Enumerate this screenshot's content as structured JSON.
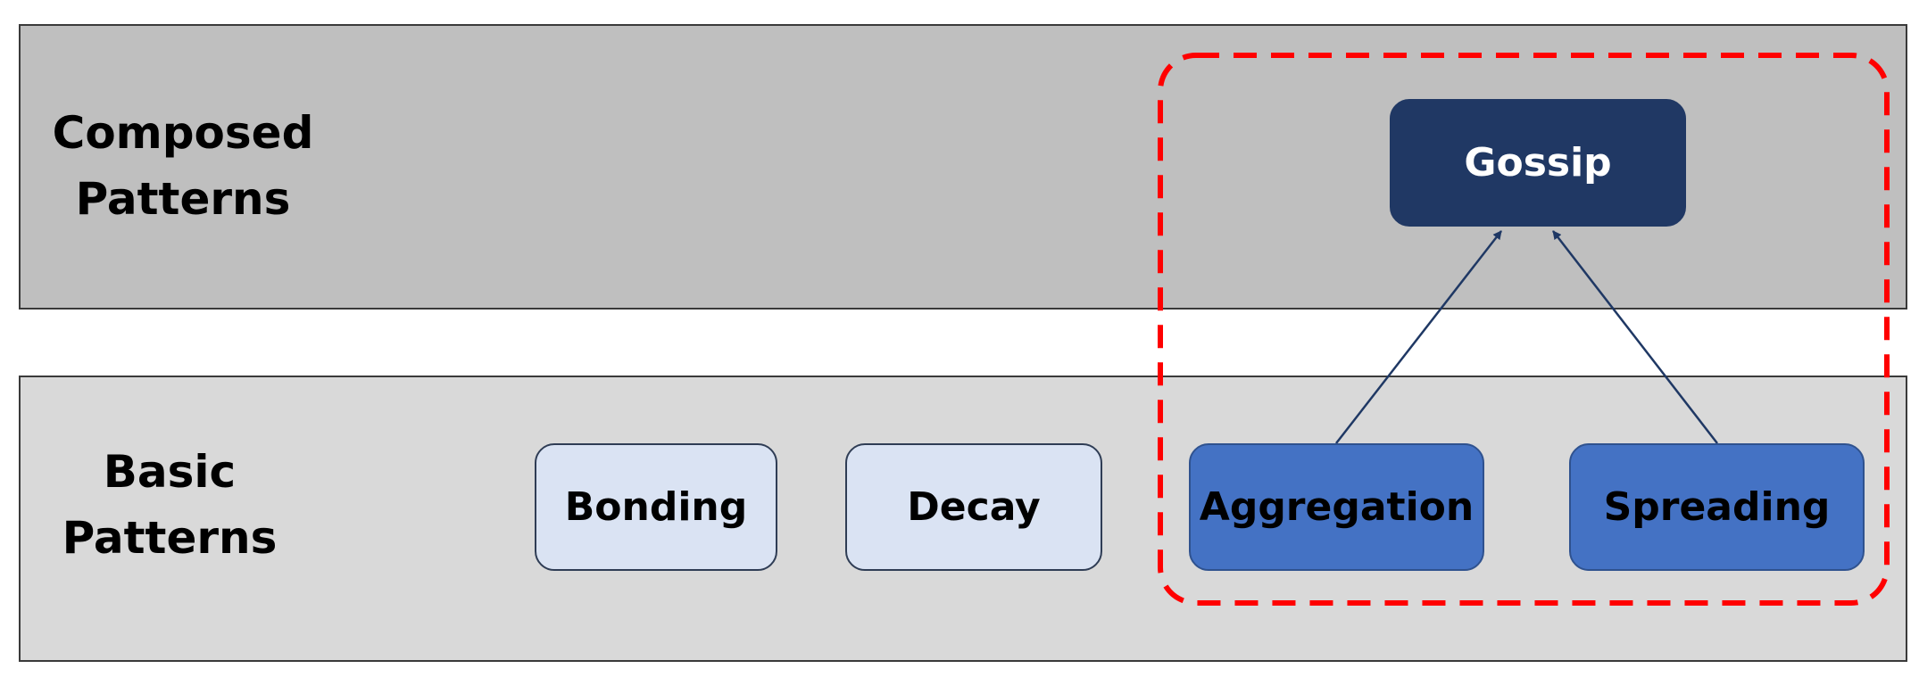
{
  "layers": {
    "composed": {
      "line1": "Composed",
      "line2": "Patterns"
    },
    "basic": {
      "line1": "Basic",
      "line2": "Patterns"
    }
  },
  "nodes": {
    "gossip": "Gossip",
    "bonding": "Bonding",
    "decay": "Decay",
    "aggregation": "Aggregation",
    "spreading": "Spreading"
  },
  "colors": {
    "composed_band": "#bfbfbf",
    "basic_band": "#d9d9d9",
    "light_node": "#dae3f3",
    "mid_node": "#4472c4",
    "dark_node": "#203864",
    "highlight_border": "#ff0000",
    "arrow": "#1f3864"
  },
  "edges": [
    {
      "from": "aggregation",
      "to": "gossip"
    },
    {
      "from": "spreading",
      "to": "gossip"
    }
  ]
}
